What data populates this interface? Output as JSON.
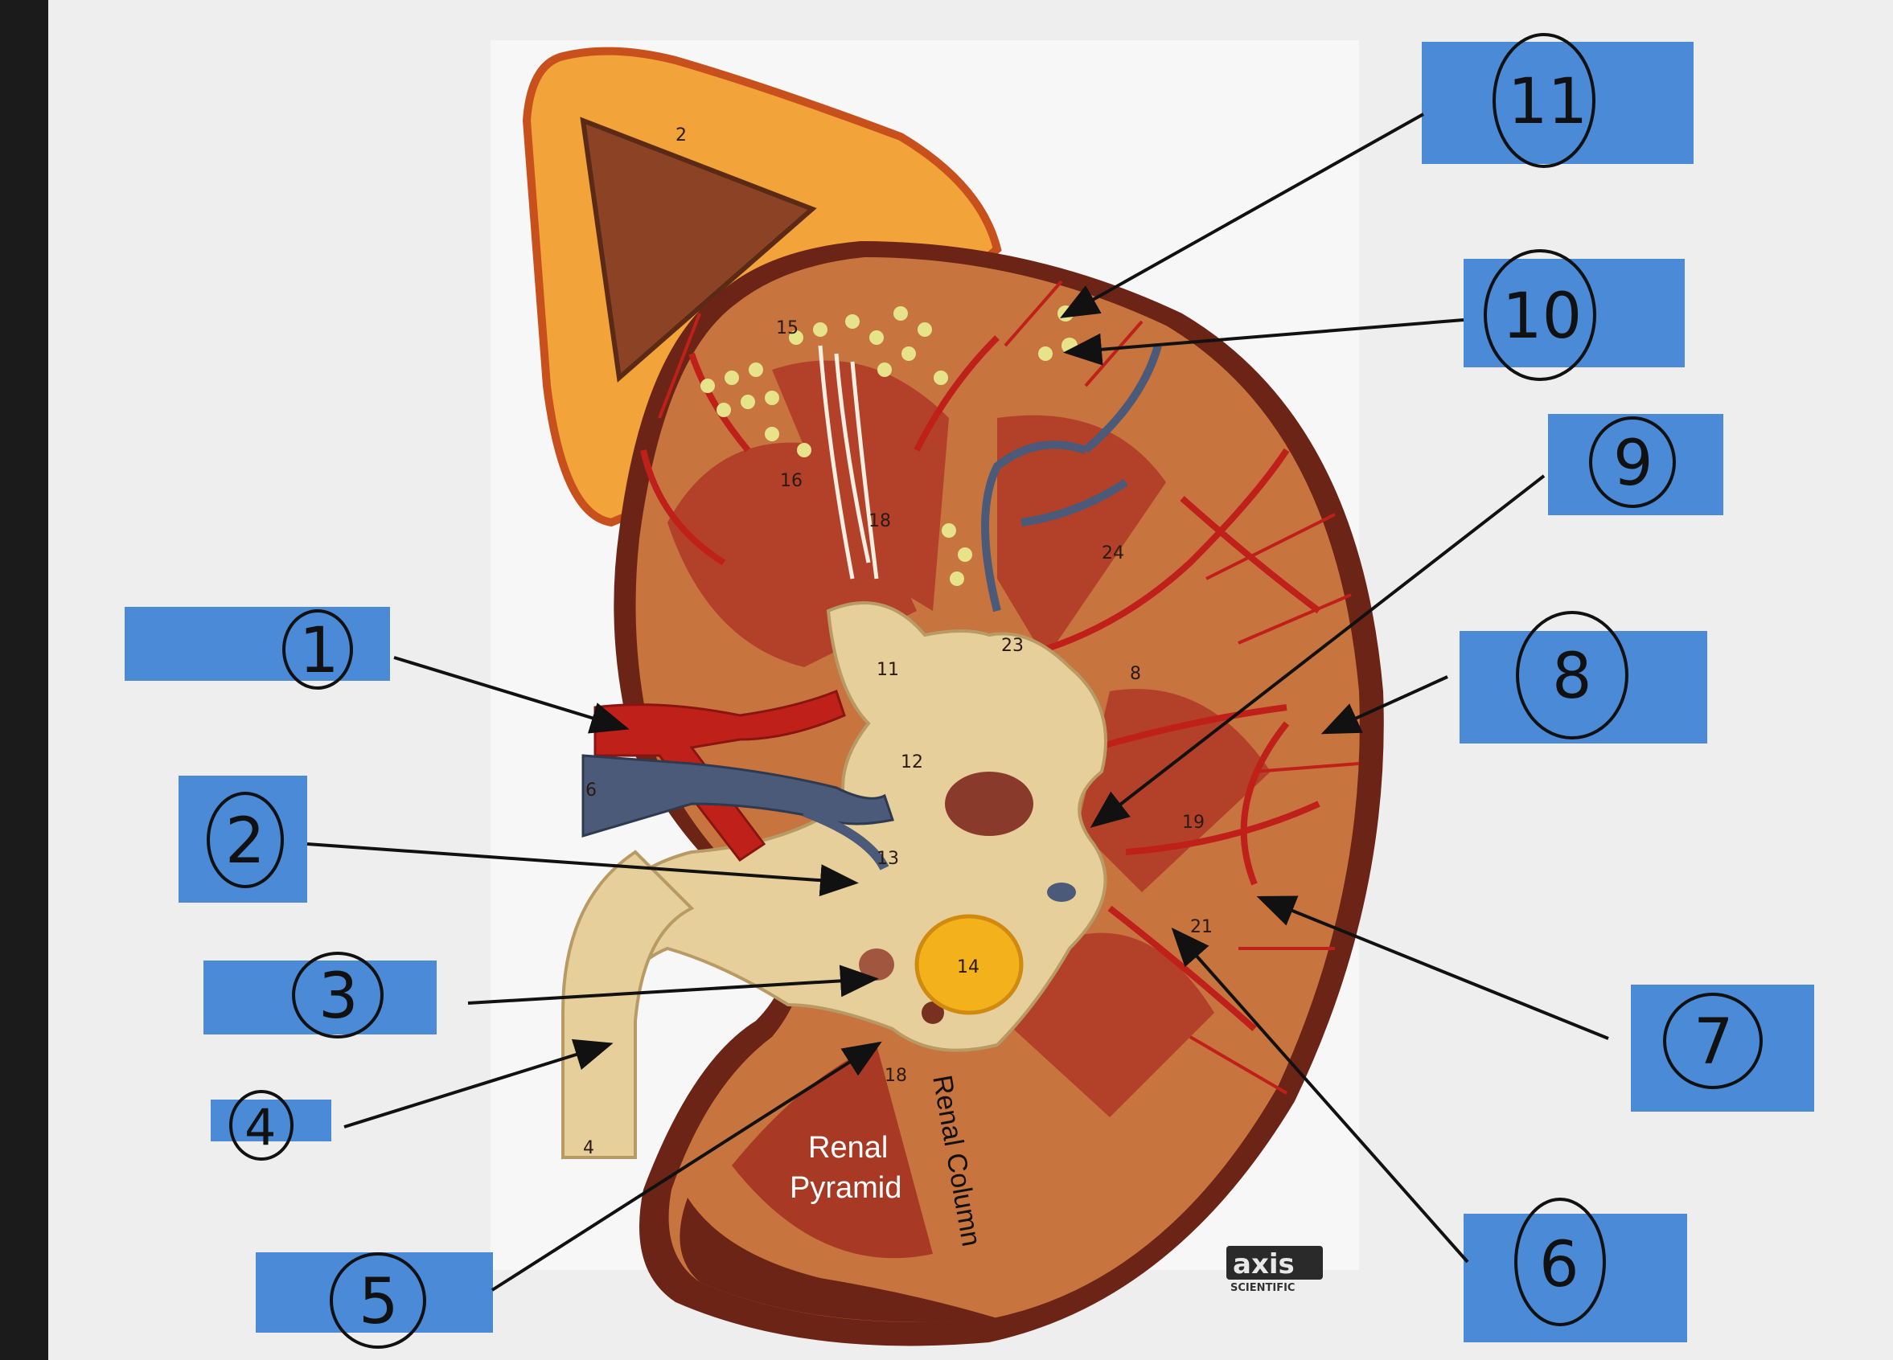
{
  "labels": [
    {
      "id": "1",
      "text": "1"
    },
    {
      "id": "2",
      "text": "2"
    },
    {
      "id": "3",
      "text": "3"
    },
    {
      "id": "4",
      "text": "4"
    },
    {
      "id": "5",
      "text": "5"
    },
    {
      "id": "6",
      "text": "6"
    },
    {
      "id": "7",
      "text": "7"
    },
    {
      "id": "8",
      "text": "8"
    },
    {
      "id": "9",
      "text": "9"
    },
    {
      "id": "10",
      "text": "10"
    },
    {
      "id": "11",
      "text": "11"
    }
  ],
  "model_annotations": {
    "pyramid_line1": "Renal",
    "pyramid_line2": "Pyramid",
    "column": "Renal Column"
  },
  "model_numbers": {
    "n2": "2",
    "n15": "15",
    "n16": "16",
    "n18": "18",
    "n11": "11",
    "n12": "12",
    "n13": "13",
    "n14": "14",
    "n23": "23",
    "n24": "24",
    "n8": "8",
    "n4": "4",
    "n6": "6",
    "n21": "21",
    "n19": "19",
    "n18b": "18"
  },
  "brand": {
    "name": "axis",
    "sub": "SCIENTIFIC"
  },
  "colors": {
    "label_box": "#4a8ad6",
    "board": "#eeeeee",
    "cortex": "#c7743f",
    "medulla": "#b3412a",
    "artery": "#c0201a",
    "vein": "#4a5a78",
    "pelvis": "#e7cf9c",
    "adrenal": "#f2a33a"
  }
}
